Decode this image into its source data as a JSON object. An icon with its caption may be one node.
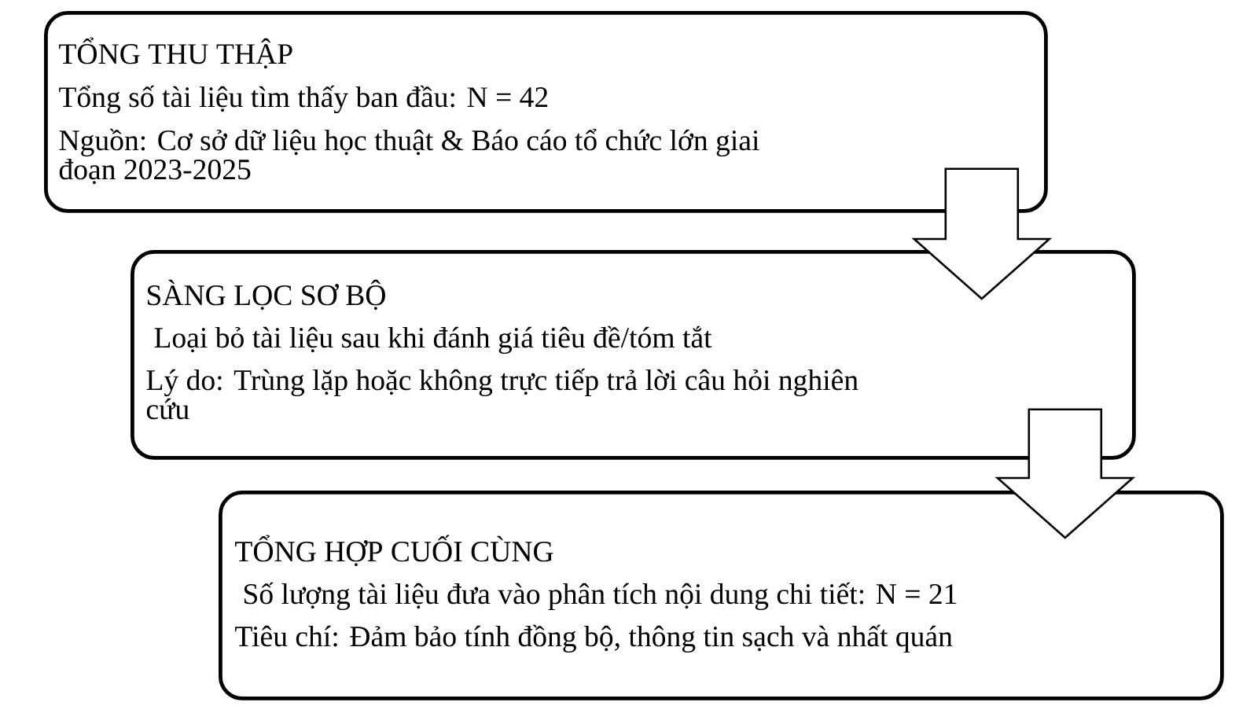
{
  "diagram": {
    "nodes": [
      {
        "text": [
          "TỔNG THU THẬP",
          "Tổng số tài liệu tìm thấy ban đầu: N = 42",
          "Nguồn: Cơ sở dữ liệu học thuật & Báo cáo tổ chức lớn giai đoạn 2023-2025"
        ]
      },
      {
        "text": [
          "SÀNG LỌC SƠ BỘ",
          "Loại bỏ tài liệu sau khi đánh giá tiêu đề/tóm tắt",
          "Lý do: Trùng lặp hoặc không trực tiếp trả lời câu hỏi nghiên cứu"
        ]
      },
      {
        "text": [
          "TỔNG HỢP CUỐI CÙNG",
          "Số lượng tài liệu đưa vào phân tích nội dung chi tiết: N = 21",
          "Tiêu chí: Đảm bảo tính đồng bộ, thông tin sạch và nhất quán"
        ]
      }
    ],
    "edges": [
      {
        "from": 0,
        "to": 1,
        "arrow": "to"
      },
      {
        "from": 1,
        "to": 2,
        "arrow": "to"
      }
    ]
  }
}
